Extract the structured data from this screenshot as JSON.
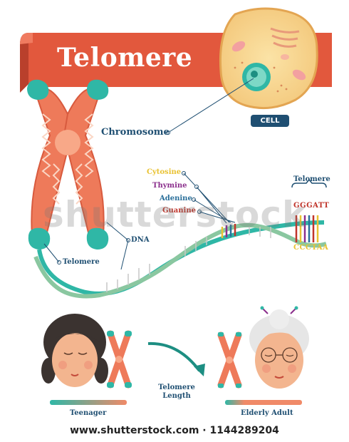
{
  "title": "Telomere",
  "labels": {
    "cell": "CELL",
    "chromosome": "Chromosome",
    "dna": "DNA",
    "telomere_left": "Telomere",
    "cytosine": "Cytosine",
    "thymine": "Thymine",
    "adenine": "Adenine",
    "guanine": "Guanine",
    "telomere_top": "Telomere",
    "seq_top": "GGGATT",
    "seq_bottom": "CCCTAA",
    "telomere_length_1": "Telomere",
    "telomere_length_2": "Length",
    "teenager": "Teenager",
    "elderly": "Elderly Adult"
  },
  "watermark": "shutterstock",
  "footer": "www.shutterstock.com · 1144289204",
  "colors": {
    "banner": "#e2583d",
    "chromosome": "#ee7a5a",
    "telomere_cap": "#2fb7a6",
    "cytosine": "#e9c232",
    "thymine": "#8b2f8c",
    "adenine": "#2a6f9a",
    "guanine": "#c0352b",
    "label_navy": "#1f4f72"
  }
}
